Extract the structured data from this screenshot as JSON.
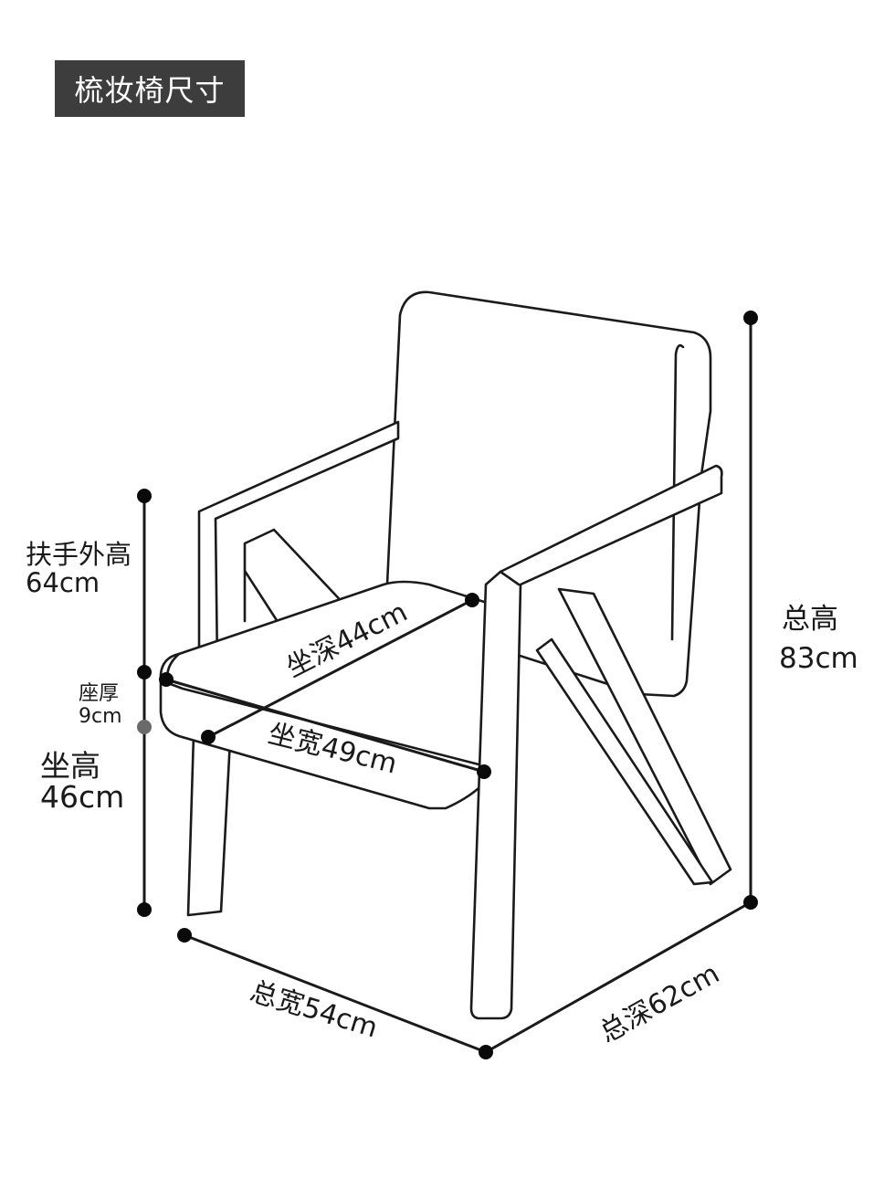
{
  "title": "梳妆椅尺寸",
  "colors": {
    "title_bg": "#3d3d3d",
    "line": "#1a1a1a",
    "dot": "#0a0a0a",
    "dot_grey": "#6a6a6a"
  },
  "dimensions": {
    "armrest_height": {
      "label": "扶手外高",
      "value": "64cm"
    },
    "seat_thickness": {
      "label": "座厚",
      "value": "9cm"
    },
    "seat_height": {
      "label": "坐高",
      "value": "46cm"
    },
    "seat_depth": {
      "text": "坐深44cm"
    },
    "seat_width": {
      "text": "坐宽49cm"
    },
    "total_height": {
      "label": "总高",
      "value": "83cm"
    },
    "total_width": {
      "text": "总宽54cm"
    },
    "total_depth": {
      "text": "总深62cm"
    }
  }
}
